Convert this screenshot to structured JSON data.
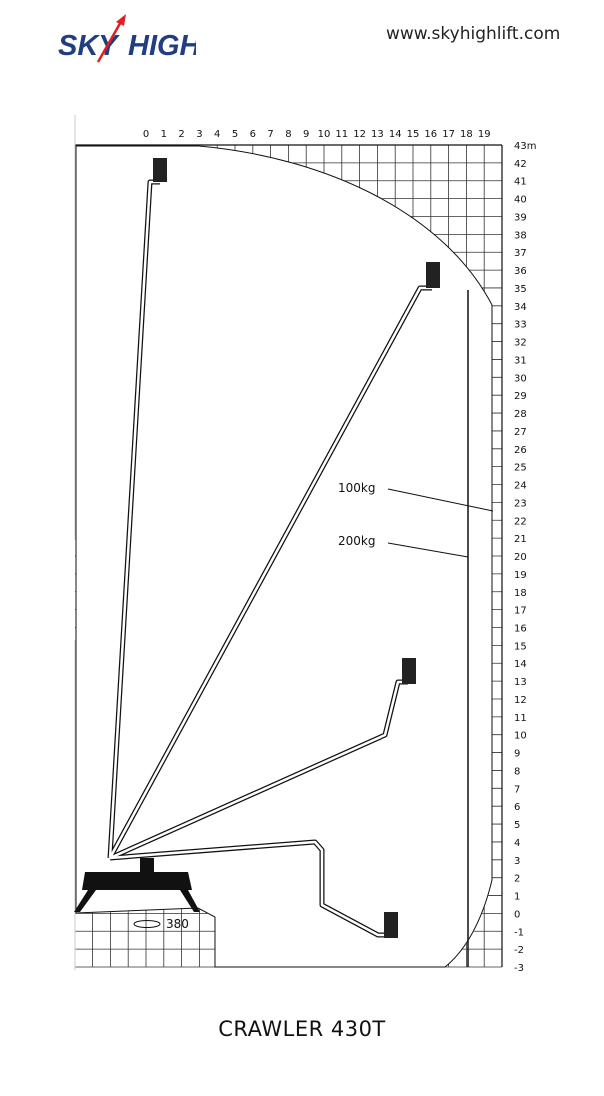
{
  "header": {
    "logo_text": "SKYHIGH",
    "website": "www.skyhighlift.com"
  },
  "colors": {
    "brand_blue": "#1f3f7f",
    "brand_red": "#e02020"
  },
  "diagram": {
    "x_ticks": [
      "0",
      "1",
      "2",
      "3",
      "4",
      "5",
      "6",
      "7",
      "8",
      "9",
      "10",
      "11",
      "12",
      "13",
      "14",
      "15",
      "16",
      "17",
      "18",
      "19"
    ],
    "y_ticks": [
      "43m",
      "42",
      "41",
      "40",
      "39",
      "38",
      "37",
      "36",
      "35",
      "34",
      "33",
      "32",
      "31",
      "30",
      "29",
      "28",
      "27",
      "26",
      "25",
      "24",
      "23",
      "22",
      "21",
      "20",
      "19",
      "18",
      "17",
      "16",
      "15",
      "14",
      "13",
      "12",
      "11",
      "10",
      "9",
      "8",
      "7",
      "6",
      "5",
      "4",
      "3",
      "2",
      "1",
      "0",
      "-1",
      "-2",
      "-3"
    ],
    "load_100": "100kg",
    "load_200": "200kg",
    "slew_label": "380"
  },
  "footer": {
    "model": "CRAWLER 430T"
  }
}
